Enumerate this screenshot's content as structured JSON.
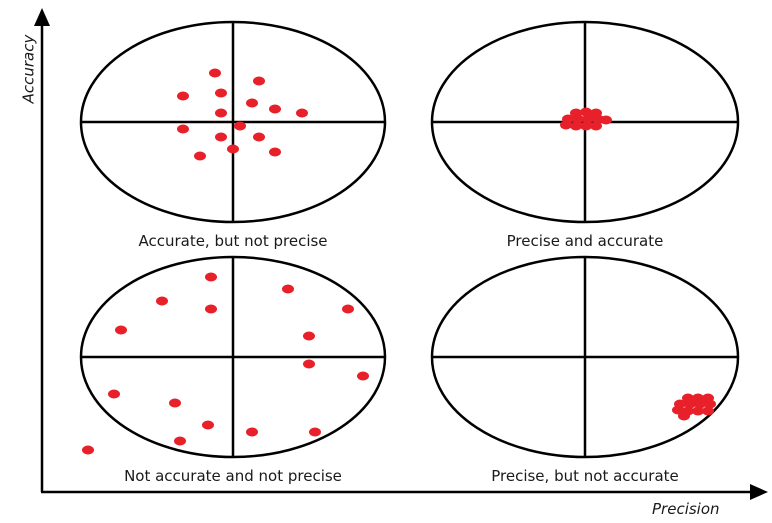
{
  "axes": {
    "y_label": "Accuracy",
    "x_label": "Precision"
  },
  "colors": {
    "stroke": "#000000",
    "dot": "#e8202a",
    "background": "#ffffff"
  },
  "targets": [
    {
      "caption": "Accurate, but not precise",
      "pattern": "scattered around center",
      "hits": 15
    },
    {
      "caption": "Precise and accurate",
      "pattern": "tight cluster at center",
      "hits": 12
    },
    {
      "caption": "Not accurate and not precise",
      "pattern": "scattered across target",
      "hits": 16
    },
    {
      "caption": "Precise, but not accurate",
      "pattern": "tight cluster off center (lower right)",
      "hits": 12
    }
  ]
}
